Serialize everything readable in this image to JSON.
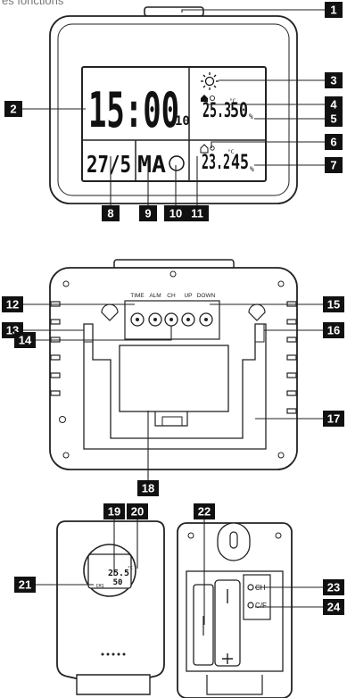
{
  "heading": "es fonctions",
  "display": {
    "time": "15:00",
    "seconds": "10",
    "date": "27/5",
    "weekday": "MA",
    "indoor_temp": "25.3",
    "indoor_hum": "50",
    "outdoor_temp": "23.2",
    "outdoor_hum": "45",
    "temp_unit": "°C",
    "hum_unit": "%"
  },
  "buttons": [
    "TIME",
    "ALM",
    "CH",
    "UP",
    "DOWN"
  ],
  "sensor": {
    "temp": "25.5",
    "hum": "50",
    "channel": "CH1",
    "unit": "°C"
  },
  "switches": [
    "CH",
    "C/F"
  ],
  "callouts": [
    "1",
    "2",
    "3",
    "4",
    "5",
    "6",
    "7",
    "8",
    "9",
    "10",
    "11",
    "12",
    "13",
    "14",
    "15",
    "16",
    "17",
    "18",
    "19",
    "20",
    "21",
    "22",
    "23",
    "24"
  ]
}
